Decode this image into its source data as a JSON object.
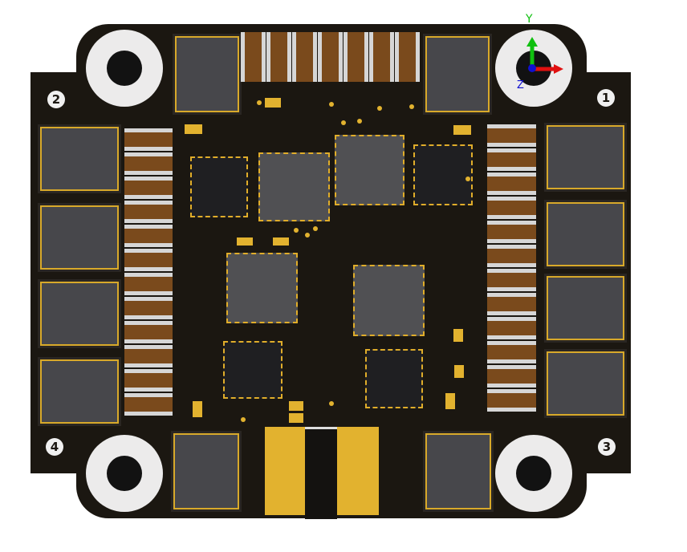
{
  "corner_labels": [
    "1",
    "2",
    "3",
    "4"
  ],
  "axis": {
    "y_label": "Y",
    "z_label": "Z"
  },
  "colors": {
    "board": "#1b1711",
    "copper": "#e2b22f",
    "capacitor": "#7a4a1c",
    "x_axis": "#e01010",
    "y_axis": "#10c010",
    "z_axis": "#1010d0"
  }
}
